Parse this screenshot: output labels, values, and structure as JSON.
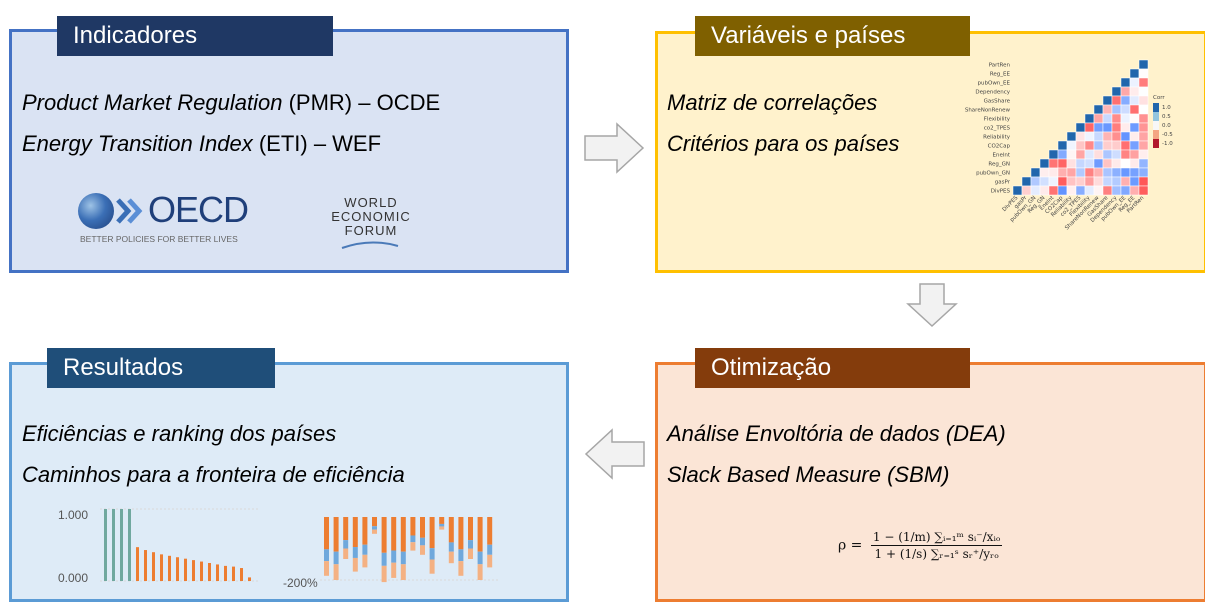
{
  "indicadores": {
    "title": "Indicadores",
    "line1_italic": "Product Market Regulation",
    "line1_rest": " (PMR) – OCDE",
    "line2_italic": "Energy Transition Index",
    "line2_rest": " (ETI) – WEF",
    "oecd_logo_text": "OECD",
    "oecd_tagline": "BETTER POLICIES FOR BETTER LIVES",
    "wef_logo_line1": "WORLD",
    "wef_logo_line2": "ECONOMIC",
    "wef_logo_line3": "FORUM"
  },
  "variaveis": {
    "title": "Variáveis e países",
    "line1": "Matriz de correlações",
    "line2": "Critérios para os países",
    "matrix_row_labels": [
      "PartRen",
      "Reg_EE",
      "pubOwn_EE",
      "Dependency",
      "GasShare",
      "ShareNonRenew",
      "Flexibility",
      "co2_TPES",
      "Reliability",
      "CO2Cap",
      "Enelnt",
      "Reg_GN",
      "pubOwn_GN",
      "gasPr",
      "DivPES"
    ],
    "legend_title": "Corr",
    "legend_ticks": [
      "1.0",
      "0.5",
      "0.0",
      "-0.5",
      "-1.0"
    ]
  },
  "resultados": {
    "title": "Resultados",
    "line1": "Eficiências e ranking dos países",
    "line2": "Caminhos para a fronteira de eficiência",
    "chart1_ymax": "1.000",
    "chart1_ymin": "0.000",
    "chart2_ymin": "-200%"
  },
  "otimizacao": {
    "title": "Otimização",
    "line1": "Análise Envoltória de dados (DEA)",
    "line2": "Slack Based Measure (SBM)",
    "formula_lhs": "ρ =",
    "formula_num": "1 − (1/m) ∑ᵢ₌₁ᵐ sᵢ⁻/xᵢₒ",
    "formula_den": "1 + (1/s) ∑ᵣ₌₁ˢ sᵣ⁺/yᵣₒ"
  },
  "colors": {
    "blue_panel": "#dae3f3",
    "yellow_panel": "#fff2cc",
    "orange_panel": "#fbe5d6",
    "bar_teal": "#70a89f",
    "bar_orange": "#ed7d31",
    "bar_blue": "#6fa8dc",
    "bar_gold": "#f4b183"
  },
  "chart_data": [
    {
      "type": "bar",
      "values": [
        1.0,
        1.0,
        1.0,
        1.0,
        0.47,
        0.43,
        0.4,
        0.37,
        0.35,
        0.33,
        0.31,
        0.29,
        0.27,
        0.25,
        0.23,
        0.21,
        0.2,
        0.18,
        0.05
      ],
      "ylim": [
        0,
        1
      ]
    },
    {
      "type": "bar",
      "series": [
        {
          "name": "",
          "values": [
            -140,
            -150,
            -100,
            -130,
            -120,
            -40,
            -155,
            -145,
            -150,
            -80,
            -90,
            -135,
            -30,
            -110,
            -140,
            -100,
            -150,
            -120
          ]
        }
      ]
    }
  ]
}
